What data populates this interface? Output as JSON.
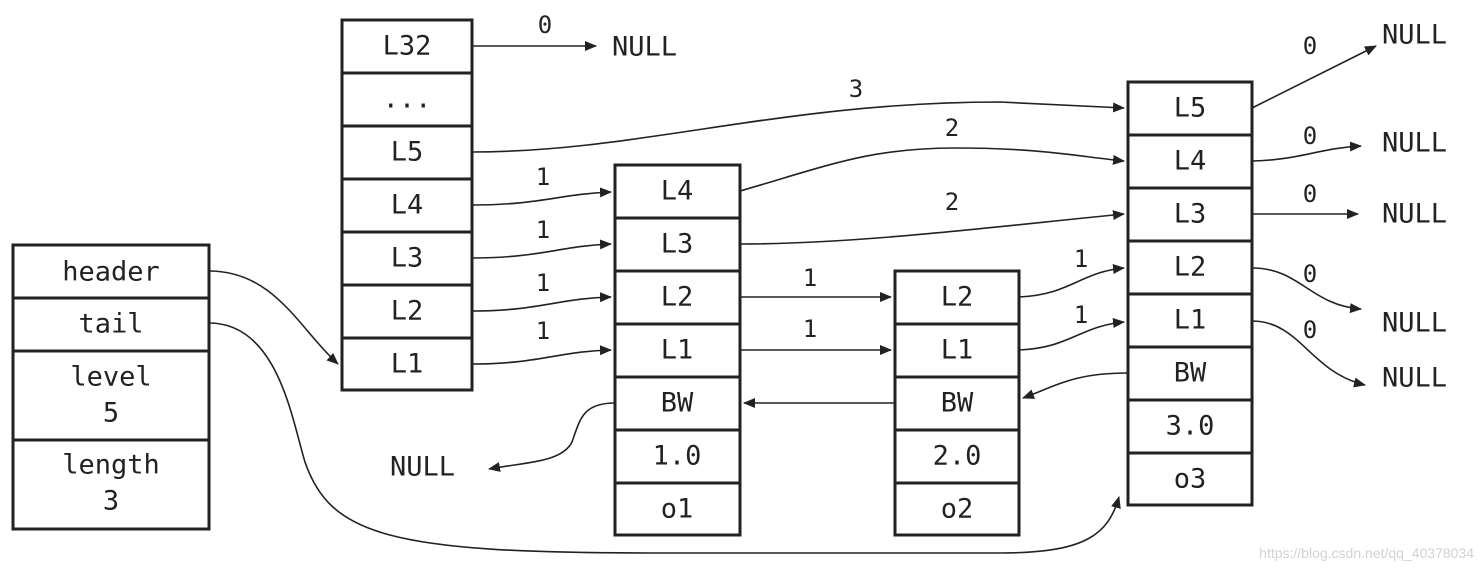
{
  "header_node": {
    "header": "header",
    "tail": "tail",
    "level_label": "level",
    "level_value": "5",
    "length_label": "length",
    "length_value": "3"
  },
  "head_node": {
    "levels": [
      "L32",
      "...",
      "L5",
      "L4",
      "L3",
      "L2",
      "L1"
    ]
  },
  "nodes": [
    {
      "levels": [
        "L4",
        "L3",
        "L2",
        "L1"
      ],
      "backward": "BW",
      "score": "1.0",
      "obj": "o1"
    },
    {
      "levels": [
        "L2",
        "L1"
      ],
      "backward": "BW",
      "score": "2.0",
      "obj": "o2"
    },
    {
      "levels": [
        "L5",
        "L4",
        "L3",
        "L2",
        "L1"
      ],
      "backward": "BW",
      "score": "3.0",
      "obj": "o3"
    }
  ],
  "span_labels": {
    "l32_null": "0",
    "l5_head_n3": "3",
    "l4_n1_n3": "2",
    "l3_n1_n3": "2",
    "l4_head_n1": "1",
    "l3_head_n1": "1",
    "l2_head_n1": "1",
    "l1_head_n1": "1",
    "l2_n1_n2": "1",
    "l1_n1_n2": "1",
    "l2_n2_n3": "1",
    "l1_n2_n3": "1",
    "l5_n3_null": "0",
    "l4_n3_null": "0",
    "l3_n3_null": "0",
    "l2_n3_null": "0",
    "l1_n3_null": "0"
  },
  "null_labels": {
    "l32": "NULL",
    "l5": "NULL",
    "l4": "NULL",
    "l3": "NULL",
    "l2": "NULL",
    "l1": "NULL",
    "backward": "NULL"
  },
  "watermark": "https://blog.csdn.net/qq_40378034"
}
